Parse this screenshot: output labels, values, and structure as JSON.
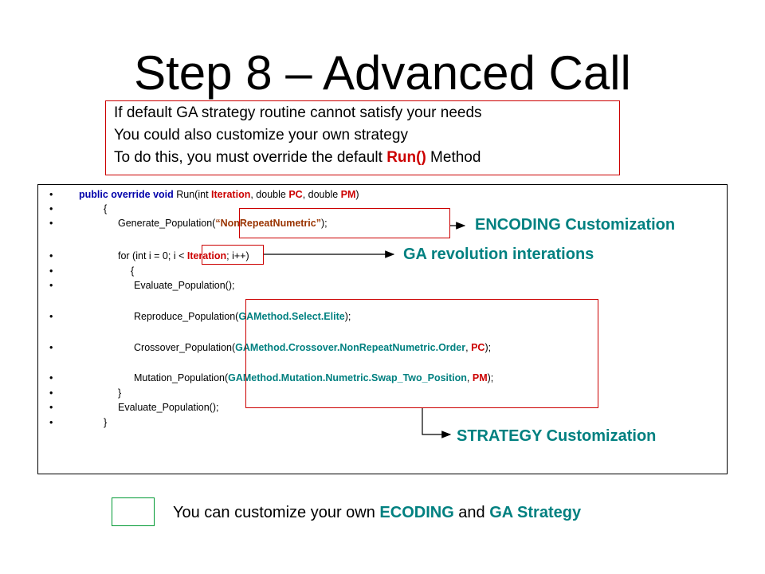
{
  "slide": {
    "title": "Step 8 – Advanced Call",
    "note": {
      "line1": "If default GA strategy routine cannot satisfy your needs",
      "line2": "You could also customize your own strategy",
      "line3_prefix": "To do this, you must override the default ",
      "line3_highlight": "Run()",
      "line3_suffix": " Method"
    },
    "code": {
      "bullet": "•",
      "l1_kw": "public override void",
      "l1_a": " Run(int ",
      "l1_iter": "Iteration",
      "l1_b": ", double ",
      "l1_pc": "PC",
      "l1_c": ", double ",
      "l1_pm": "PM",
      "l1_d": ")",
      "l2": "{",
      "l3_a": "Generate_Population(",
      "l3_str": "“NonRepeatNumetric”",
      "l3_b": ");",
      "l4_a": "for (int i = 0; i < ",
      "l4_iter": "Iteration",
      "l4_b": "; i++)",
      "l5": "{",
      "l6": "Evaluate_Population();",
      "l7_a": "Reproduce_Population(",
      "l7_m": "GAMethod.Select.Elite",
      "l7_b": ");",
      "l8_a": "Crossover_Population(",
      "l8_m": "GAMethod.Crossover.NonRepeatNumetric.Order",
      "l8_b": ", ",
      "l8_pc": "PC",
      "l8_c": ");",
      "l9_a": "Mutation_Population(",
      "l9_m": "GAMethod.Mutation.Numetric.Swap_Two_Position",
      "l9_b": ", ",
      "l9_pm": "PM",
      "l9_c": ");",
      "l10": "}",
      "l11": "Evaluate_Population();",
      "l12": "}"
    },
    "annotations": {
      "encoding": "ENCODING Customization",
      "iterations": "GA revolution interations",
      "strategy": "STRATEGY Customization"
    },
    "footer": {
      "prefix": "You can customize your own ",
      "ecoding": "ECODING",
      "mid": " and ",
      "strategy": "GA Strategy"
    },
    "colors": {
      "red": "#cc0000",
      "teal": "#008080",
      "blue": "#0000aa",
      "green": "#009933"
    }
  }
}
